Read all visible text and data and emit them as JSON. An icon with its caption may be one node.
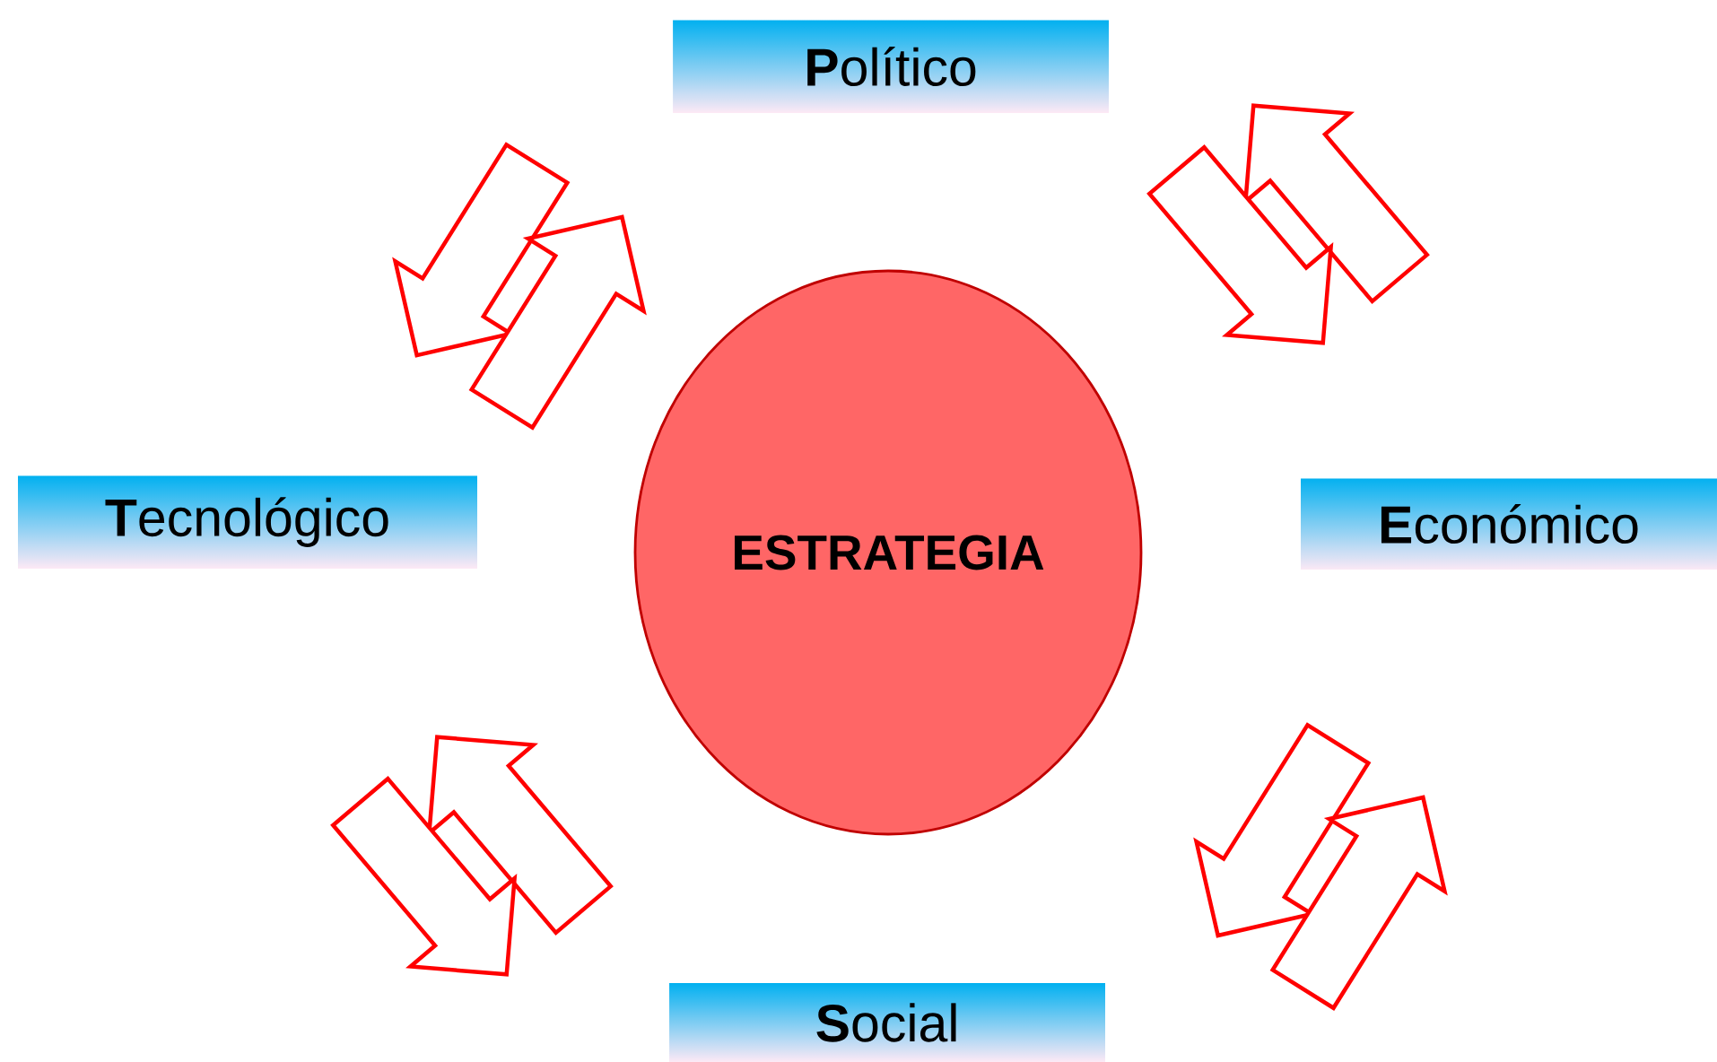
{
  "diagram": {
    "nodes": [
      {
        "text": [
          "**P**olítico"
        ]
      },
      {
        "text": [
          "**T**ecnológico"
        ]
      },
      {
        "text": [
          "ESTRATEGIA"
        ]
      },
      {
        "text": [
          "**E**conómico"
        ]
      },
      {
        "text": [
          "**S**ocial"
        ]
      }
    ]
  }
}
